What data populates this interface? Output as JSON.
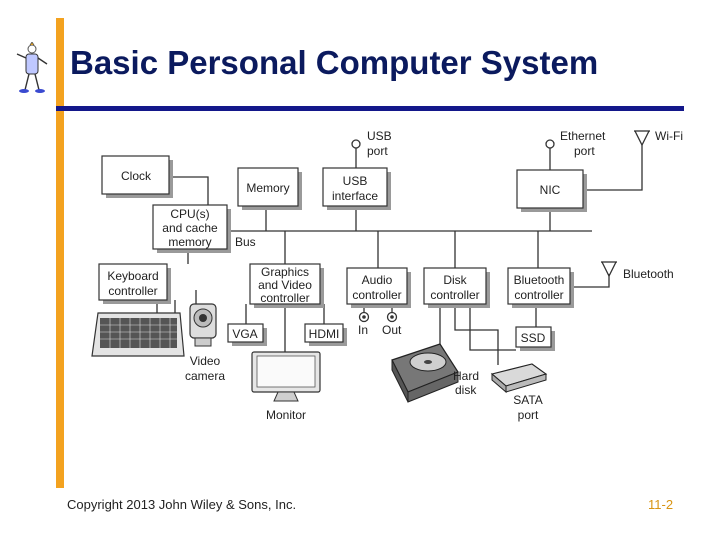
{
  "title": "Basic Personal Computer System",
  "footer": {
    "copyright": "Copyright 2013 John Wiley & Sons, Inc.",
    "page": "11-2"
  },
  "diagram": {
    "clock": "Clock",
    "memory": "Memory",
    "usb_interface": [
      "USB",
      "interface"
    ],
    "usb_port": [
      "USB",
      "port"
    ],
    "ethernet_port": [
      "Ethernet",
      "port"
    ],
    "nic": "NIC",
    "wifi": "Wi-Fi",
    "cpu": [
      "CPU(s)",
      "and cache",
      "memory"
    ],
    "bus": "Bus",
    "keyboard_controller": [
      "Keyboard",
      "controller"
    ],
    "graphics_controller": [
      "Graphics",
      "and Video",
      "controller"
    ],
    "audio_controller": [
      "Audio",
      "controller"
    ],
    "disk_controller": [
      "Disk",
      "controller"
    ],
    "bluetooth_controller": [
      "Bluetooth",
      "controller"
    ],
    "bluetooth": "Bluetooth",
    "vga": "VGA",
    "hdmi": "HDMI",
    "audio_in": "In",
    "audio_out": "Out",
    "ssd": "SSD",
    "video_camera": [
      "Video",
      "camera"
    ],
    "monitor": "Monitor",
    "hard_disk": [
      "Hard",
      "disk"
    ],
    "sata_port": [
      "SATA",
      "port"
    ]
  }
}
